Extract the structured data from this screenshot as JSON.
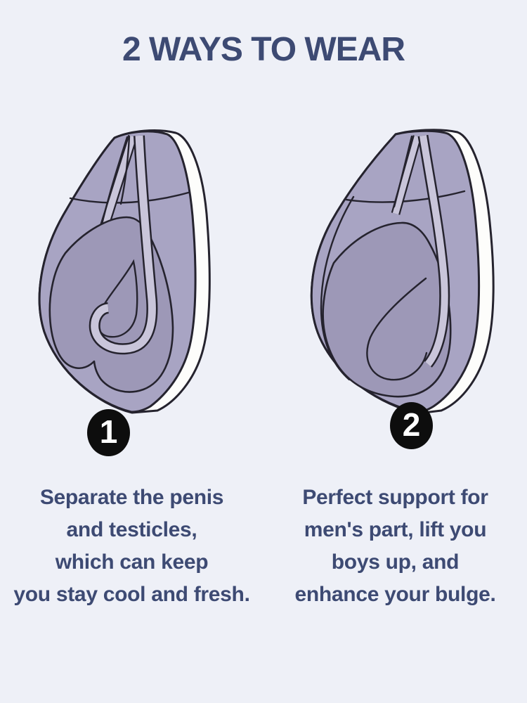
{
  "colors": {
    "page-bg": "#eef0f7",
    "text": "#3d4a73",
    "outline": "#25232e",
    "fabric": "#a8a4c3",
    "inner": "#9d98b7",
    "strap": "#c9c5da",
    "backing": "#fdfdfb",
    "badge-bg": "#0d0d0d",
    "badge-text": "#ffffff"
  },
  "header": {
    "title": "2 WAYS TO WEAR"
  },
  "figures": [
    {
      "badge": "1",
      "illustration": "underwear-pouch-cutaway-with-separation-loop",
      "caption_lines": [
        "Separate the penis",
        "and testicles,",
        "which can keep",
        "you stay cool and fresh."
      ]
    },
    {
      "badge": "2",
      "illustration": "underwear-pouch-cutaway-support-mode",
      "caption_lines": [
        "Perfect support for",
        "men's part, lift you",
        "boys up, and",
        "enhance your bulge."
      ]
    }
  ]
}
